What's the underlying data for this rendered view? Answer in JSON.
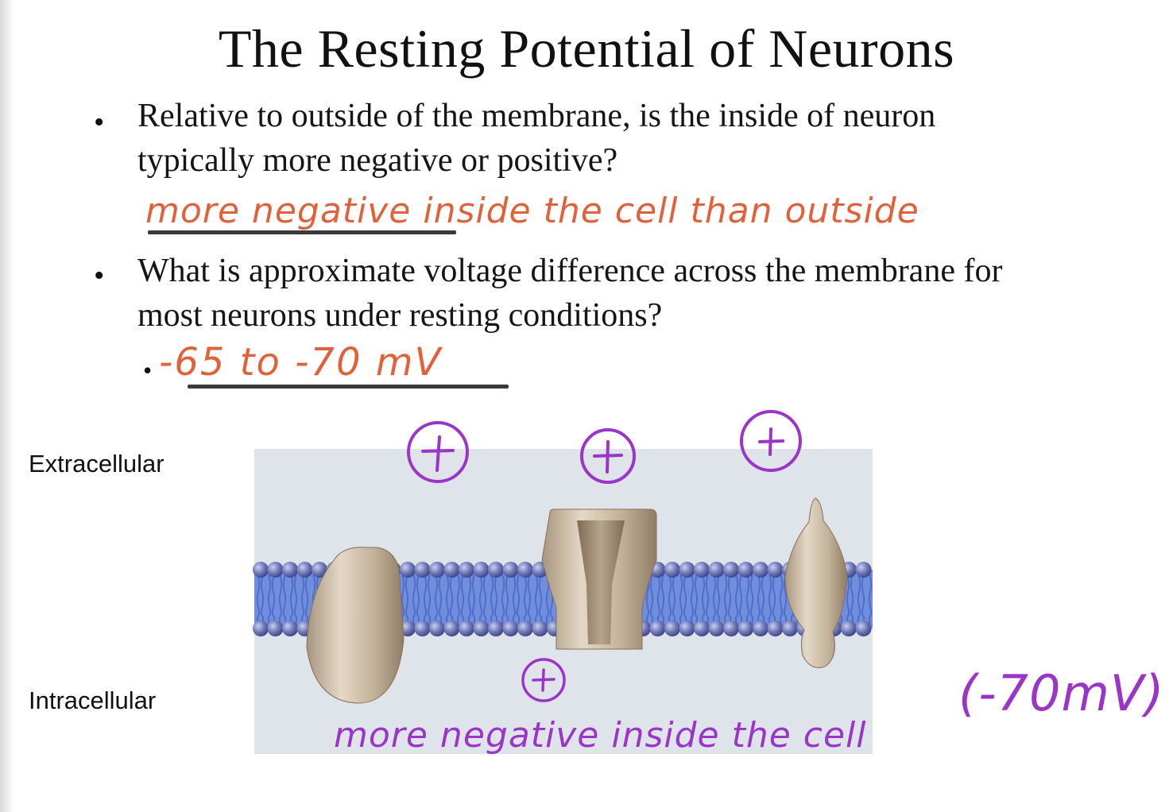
{
  "slide": {
    "title": "The Resting Potential of Neurons",
    "question1": "Relative to outside of the membrane, is the inside of neuron typically more negative or positive?",
    "answer1": "more negative inside the cell than outside",
    "question2": "What is approximate voltage difference across the membrane for most neurons under resting conditions?",
    "answer2": "-65 to -70 mV"
  },
  "figure": {
    "extracellular_label": "Extracellular",
    "intracellular_label": "Intracellular",
    "annotation_inside": "more negative inside the cell",
    "annotation_voltage": "(-70mV)",
    "plus_symbol": "+"
  },
  "colors": {
    "handwriting_orange": "#e0623a",
    "handwriting_purple": "#9a35c8",
    "membrane_blue": "#5f7fd0",
    "protein_tan": "#c8b8a2"
  }
}
